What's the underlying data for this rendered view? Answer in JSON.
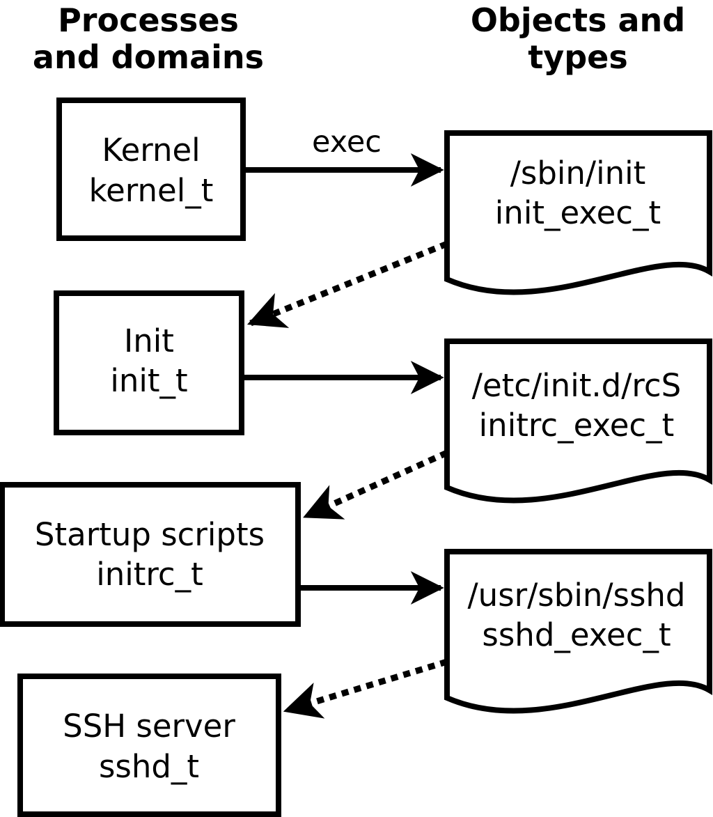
{
  "diagram": {
    "columns": {
      "left_title_line1": "Processes",
      "left_title_line2": "and domains",
      "right_title_line1": "Objects and",
      "right_title_line2": "types"
    },
    "arrow_label": "exec",
    "processes": [
      {
        "label": "Kernel",
        "domain": "kernel_t"
      },
      {
        "label": "Init",
        "domain": "init_t"
      },
      {
        "label": "Startup scripts",
        "domain": "initrc_t"
      },
      {
        "label": "SSH server",
        "domain": "sshd_t"
      }
    ],
    "objects": [
      {
        "path": "/sbin/init",
        "type": "init_exec_t"
      },
      {
        "path": "/etc/init.d/rcS",
        "type": "initrc_exec_t"
      },
      {
        "path": "/usr/sbin/sshd",
        "type": "sshd_exec_t"
      }
    ],
    "colors": {
      "ink": "#000000",
      "background": "#ffffff"
    }
  }
}
